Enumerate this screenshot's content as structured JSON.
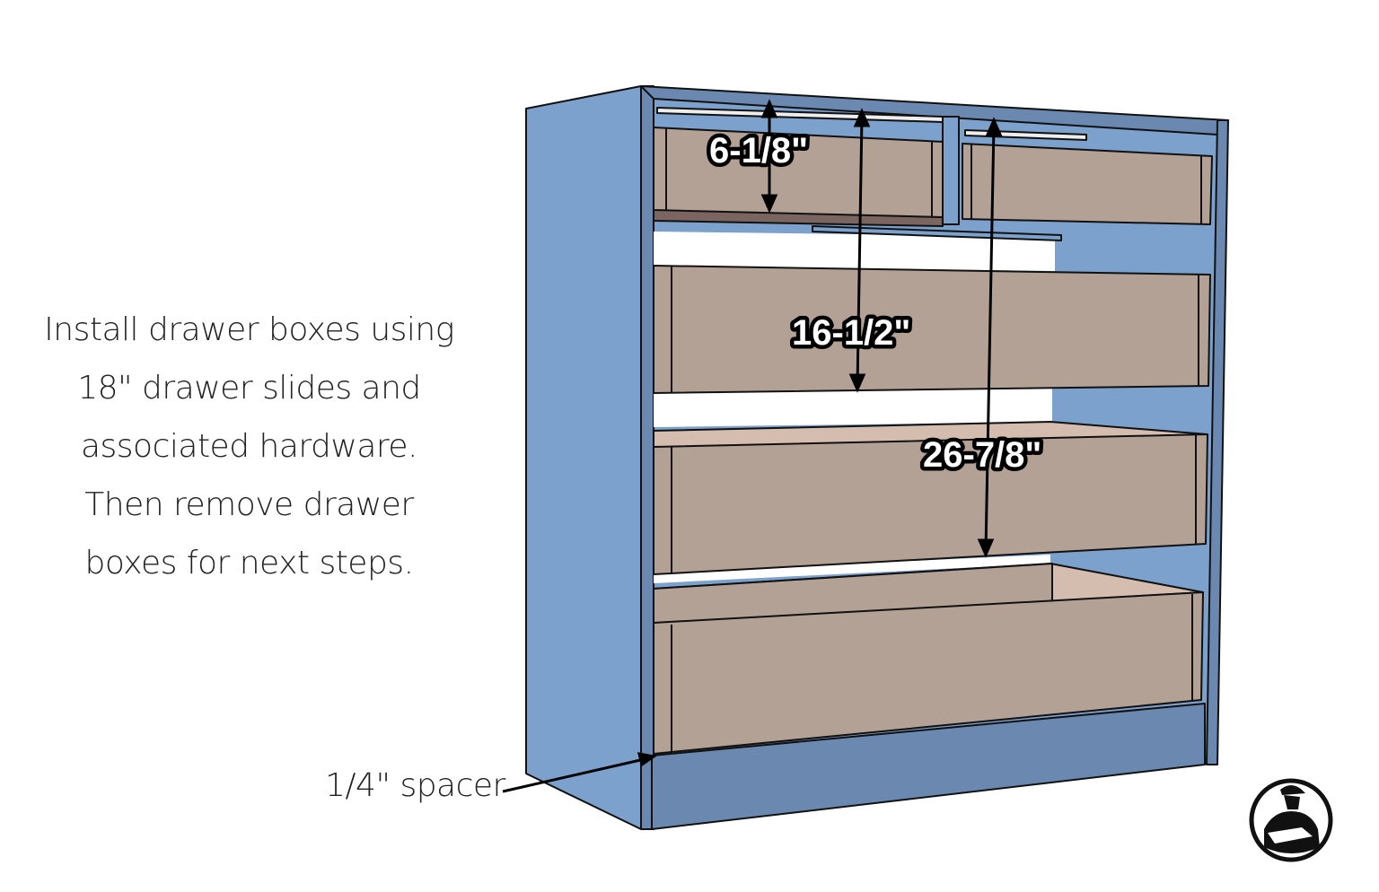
{
  "instructions": {
    "lines": [
      "Install drawer boxes using",
      "18\" drawer slides and",
      "associated hardware.",
      "Then remove drawer",
      "boxes for next steps."
    ]
  },
  "callouts": {
    "spacer": "1/4\" spacer"
  },
  "dimensions": {
    "top_drawer": "6-1/8\"",
    "middle_drawer": "16-1/2\"",
    "lower_drawer": "26-7/8\""
  },
  "colors": {
    "cabinet_blue": "#7ba1cc",
    "cabinet_blue_dark": "#6a88b0",
    "drawer_tan": "#b4a195",
    "drawer_light": "#d4bcaf",
    "drawer_dark": "#7a6560",
    "outline": "#111111"
  },
  "logo": {
    "icon": "woodworker-crossed-arms-icon"
  }
}
